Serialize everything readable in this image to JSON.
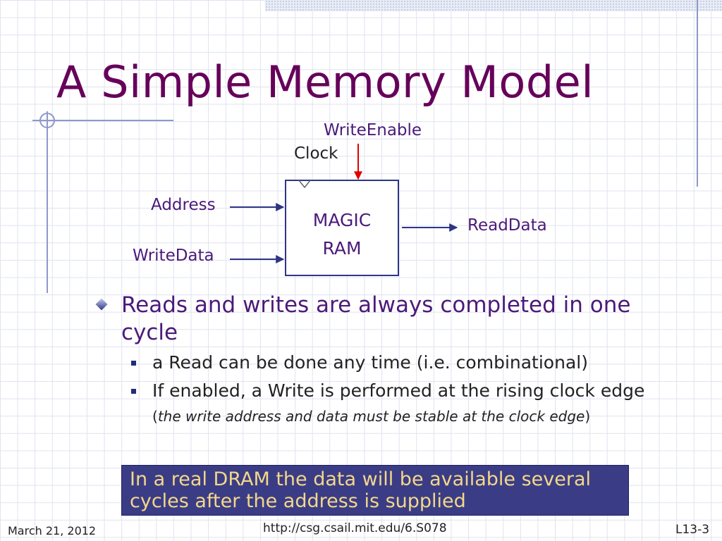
{
  "title": "A Simple Memory Model",
  "diagram": {
    "box_label_line1": "MAGIC",
    "box_label_line2": "RAM",
    "inputs": {
      "write_enable": "WriteEnable",
      "clock": "Clock",
      "address": "Address",
      "write_data": "WriteData"
    },
    "outputs": {
      "read_data": "ReadData"
    },
    "colors": {
      "write_enable_arrow": "#e00000",
      "wire": "#2e3585",
      "label": "#4b1a7a"
    }
  },
  "bullets": {
    "main": "Reads and writes are always completed in one cycle",
    "sub1": "a Read can be done any time (i.e. combinational)",
    "sub2": "If enabled, a Write is performed at the rising clock edge",
    "note_open": "(",
    "note_italic": "the write address and data must be stable at the clock edge",
    "note_close": ")"
  },
  "callout": "In a real DRAM the data will be available several cycles after the address is supplied",
  "footer": {
    "date": "March 21, 2012",
    "url": "http://csg.csail.mit.edu/6.S078",
    "slide": "L13-3"
  },
  "colors": {
    "title": "#66005a",
    "text": "#4b1a7a",
    "callout_bg": "#3a3d85",
    "callout_text": "#f4d78a"
  }
}
